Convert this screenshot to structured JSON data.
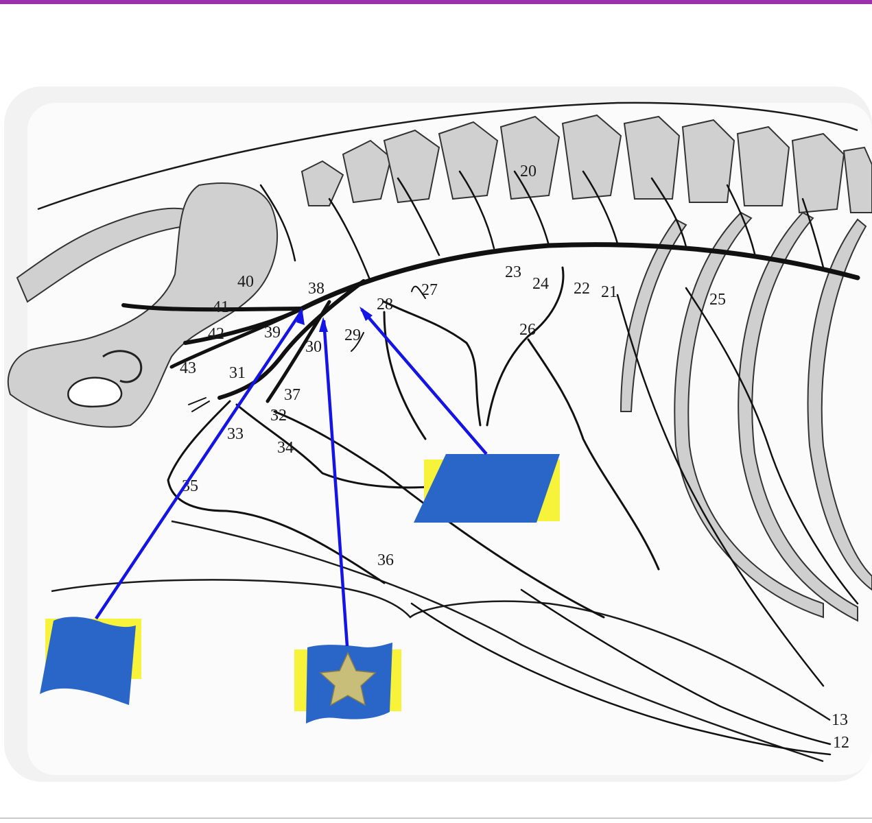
{
  "colors": {
    "top_bar": "#9b2fae",
    "label_box": "#2a66c8",
    "label_highlight": "#f7f23a",
    "pointer_line": "#1414e6",
    "star": "#c9bd7a"
  },
  "labels": [
    {
      "id": "20",
      "text": "20"
    },
    {
      "id": "21",
      "text": "21"
    },
    {
      "id": "22",
      "text": "22"
    },
    {
      "id": "23",
      "text": "23"
    },
    {
      "id": "24",
      "text": "24"
    },
    {
      "id": "25",
      "text": "25"
    },
    {
      "id": "26",
      "text": "26"
    },
    {
      "id": "27",
      "text": "27"
    },
    {
      "id": "28",
      "text": "28"
    },
    {
      "id": "29",
      "text": "29"
    },
    {
      "id": "30",
      "text": "30"
    },
    {
      "id": "31",
      "text": "31"
    },
    {
      "id": "32",
      "text": "32"
    },
    {
      "id": "33",
      "text": "33"
    },
    {
      "id": "34",
      "text": "34"
    },
    {
      "id": "35",
      "text": "35"
    },
    {
      "id": "36",
      "text": "36"
    },
    {
      "id": "37",
      "text": "37"
    },
    {
      "id": "38",
      "text": "38"
    },
    {
      "id": "39",
      "text": "39"
    },
    {
      "id": "40",
      "text": "40"
    },
    {
      "id": "41",
      "text": "41"
    },
    {
      "id": "42",
      "text": "42"
    },
    {
      "id": "43",
      "text": "43"
    },
    {
      "id": "13",
      "text": "13"
    },
    {
      "id": "12",
      "text": "12"
    }
  ],
  "answer_boxes": [
    {
      "id": "box-left",
      "shape": "flag",
      "icon": "none"
    },
    {
      "id": "box-middle",
      "shape": "flag",
      "icon": "star-icon"
    },
    {
      "id": "box-right",
      "shape": "parallelogram",
      "icon": "none"
    }
  ]
}
